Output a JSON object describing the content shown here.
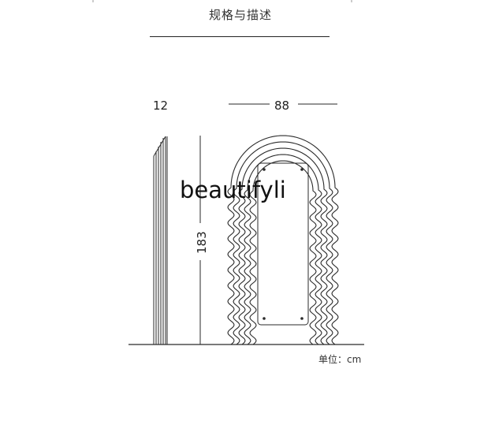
{
  "title": "规格与描述",
  "watermark": "beautifyli",
  "unit": "单位：cm",
  "dimensions": {
    "depth": "12",
    "width": "88",
    "height": "183"
  },
  "colors": {
    "line": "#2a2a2a",
    "background": "#ffffff"
  },
  "wave": {
    "outlines": 5,
    "undulations_per_side": 10
  }
}
